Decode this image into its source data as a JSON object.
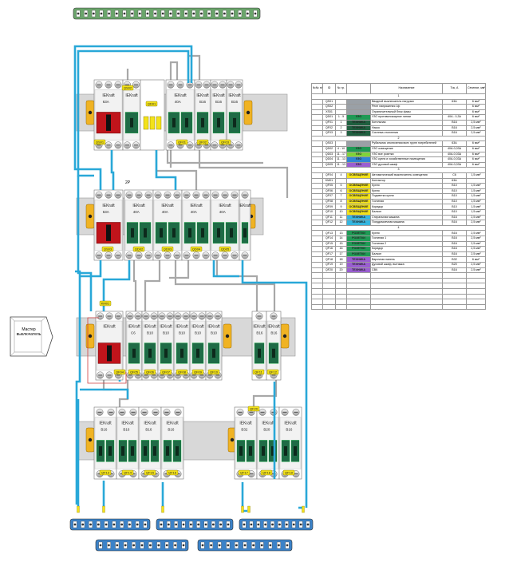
{
  "labels": {
    "two_pole": "2P",
    "master_switch": "Мастер выключатель",
    "brand": "IEKraft"
  },
  "table": {
    "headers": [
      "№№ п/п",
      "ID",
      "№ гр.",
      "",
      "Назначение",
      "Ток, А",
      "Сечение, мм²"
    ],
    "rows": [
      {
        "type": "group",
        "label": "1"
      },
      {
        "id": "QS01",
        "gr": "",
        "tag": "",
        "tag_color": "gray",
        "name": "Вводной выключатель нагрузки",
        "cur": "63A",
        "sec": "6 мм²"
      },
      {
        "id": "QS02",
        "gr": "",
        "tag": "",
        "tag_color": "gray",
        "name": "Реле напряжения 1ф",
        "cur": "",
        "sec": "6 мм²"
      },
      {
        "id": "XS01",
        "gr": "",
        "tag": "",
        "tag_color": "gray",
        "name": "Ограничительный блок фазы",
        "cur": "",
        "sec": "6 мм²"
      },
      {
        "id": "QD01",
        "gr": "1 - 5",
        "tag": "УЗО",
        "tag_color": "green",
        "name": "УЗО противопожарное линии",
        "cur": "40A - 0,3A",
        "sec": "6 мм²"
      },
      {
        "id": "QF01",
        "gr": "1",
        "tag": "ТЕХНИКА",
        "tag_color": "dark",
        "name": "Котельная",
        "cur": "B16",
        "sec": "2,5 мм²"
      },
      {
        "id": "QF02",
        "gr": "2",
        "tag": "ТЕХНИКА",
        "tag_color": "dark",
        "name": "Насос",
        "cur": "B16",
        "sec": "2,5 мм²"
      },
      {
        "id": "QF03",
        "gr": "3",
        "tag": "ТЕХНИКА",
        "tag_color": "dark",
        "name": "Система отопления",
        "cur": "B16",
        "sec": "2,5 мм²"
      },
      {
        "type": "group",
        "label": "2"
      },
      {
        "id": "QS03",
        "gr": "",
        "tag": "",
        "tag_color": "gray",
        "name": "Рубильник отключения всех групп потребителей",
        "cur": "63A",
        "sec": "6 мм²"
      },
      {
        "id": "QD02",
        "gr": "4 - 10",
        "tag": "УЗО",
        "tag_color": "green",
        "name": "УЗО освещение",
        "cur": "40A-0,03A",
        "sec": "6 мм²"
      },
      {
        "id": "QD03",
        "gr": "11 - 17",
        "tag": "УЗО",
        "tag_color": "lime",
        "name": "УЗО все розетки",
        "cur": "40A-0,03A",
        "sec": "6 мм²"
      },
      {
        "id": "QD04",
        "gr": "11 - 13",
        "tag": "УЗО",
        "tag_color": "blue",
        "name": "УЗО кухня и хозяйственные помещения",
        "cur": "40A-0,03A",
        "sec": "6 мм²"
      },
      {
        "id": "QD05",
        "gr": "11 - 13",
        "tag": "УЗО",
        "tag_color": "violet",
        "name": "УЗО духовой шкаф",
        "cur": "40A-0,03A",
        "sec": "6 мм²"
      },
      {
        "type": "group",
        "label": "3"
      },
      {
        "id": "QF04",
        "gr": "4",
        "tag": "ОСВЕЩЕНИЕ",
        "tag_color": "yellow",
        "name": "Автоматический выключатель освещения",
        "cur": "C6",
        "sec": "1,5 мм²"
      },
      {
        "id": "KM01",
        "gr": "",
        "tag": "",
        "tag_color": "none",
        "name": "Контактор",
        "cur": "63A",
        "sec": ""
      },
      {
        "id": "QF05",
        "gr": "5",
        "tag": "ОСВЕЩЕНИЕ",
        "tag_color": "yellow",
        "name": "Кухня",
        "cur": "B10",
        "sec": "1,5 мм²"
      },
      {
        "id": "QF06",
        "gr": "6",
        "tag": "ОСВЕЩЕНИЕ",
        "tag_color": "yellow",
        "name": "Кухня",
        "cur": "B10",
        "sec": "1,5 мм²"
      },
      {
        "id": "QF07",
        "gr": "7",
        "tag": "ОСВЕЩЕНИЕ",
        "tag_color": "yellow",
        "name": "Подсветка кухни",
        "cur": "B10",
        "sec": "1,5 мм²"
      },
      {
        "id": "QF08",
        "gr": "8",
        "tag": "ОСВЕЩЕНИЕ",
        "tag_color": "yellow",
        "name": "Гостиная",
        "cur": "B10",
        "sec": "1,5 мм²"
      },
      {
        "id": "QF09",
        "gr": "9",
        "tag": "ОСВЕЩЕНИЕ",
        "tag_color": "yellow",
        "name": "Коридор",
        "cur": "B10",
        "sec": "1,5 мм²"
      },
      {
        "id": "QF10",
        "gr": "10",
        "tag": "ОСВЕЩЕНИЕ",
        "tag_color": "yellow",
        "name": "Балкон",
        "cur": "B10",
        "sec": "1,5 мм²"
      },
      {
        "id": "QF11",
        "gr": "11",
        "tag": "ТЕХНИКА",
        "tag_color": "cyan",
        "name": "Стиральная машина",
        "cur": "B16",
        "sec": "2,5 мм²"
      },
      {
        "id": "QF12",
        "gr": "12",
        "tag": "ТЕХНИКА",
        "tag_color": "cyan",
        "name": "Посудомоечная машина",
        "cur": "B16",
        "sec": "2,5 мм²"
      },
      {
        "type": "group",
        "label": "4"
      },
      {
        "id": "QF13",
        "gr": "13",
        "tag": "РОЗЕТКИ",
        "tag_color": "green",
        "name": "Кухня",
        "cur": "B16",
        "sec": "2,5 мм²"
      },
      {
        "id": "QF14",
        "gr": "14",
        "tag": "РОЗЕТКИ",
        "tag_color": "green",
        "name": "Гостиная 1",
        "cur": "B16",
        "sec": "2,5 мм²"
      },
      {
        "id": "QF15",
        "gr": "15",
        "tag": "РОЗЕТКИ",
        "tag_color": "green",
        "name": "Гостиная 2",
        "cur": "B16",
        "sec": "2,5 мм²"
      },
      {
        "id": "QF16",
        "gr": "16",
        "tag": "РОЗЕТКИ",
        "tag_color": "green",
        "name": "Коридор",
        "cur": "B16",
        "sec": "2,5 мм²"
      },
      {
        "id": "QF17",
        "gr": "17",
        "tag": "РОЗЕТКИ",
        "tag_color": "green",
        "name": "Балкон",
        "cur": "B16",
        "sec": "2,5 мм²"
      },
      {
        "id": "QF18",
        "gr": "18",
        "tag": "ТЕХНИКА",
        "tag_color": "violet",
        "name": "Варочная панель",
        "cur": "B32",
        "sec": "6 мм²"
      },
      {
        "id": "QF19",
        "gr": "19",
        "tag": "ТЕХНИКА",
        "tag_color": "violet",
        "name": "Духовой шкаф, вытяжка",
        "cur": "B20",
        "sec": "2,5 мм²"
      },
      {
        "id": "QF20",
        "gr": "20",
        "tag": "ТЕХНИКА",
        "tag_color": "violet",
        "name": "СВЧ",
        "cur": "B16",
        "sec": "2,5 мм²"
      }
    ],
    "empty_rows": 7
  },
  "row1": {
    "breaker_labels": [
      "63A",
      "40A",
      "B16",
      "B16",
      "B16"
    ],
    "tags": [
      "QS01",
      "QS02",
      "QD01",
      "QF01",
      "QF02",
      "QF03"
    ]
  },
  "row2": {
    "breaker_labels": [
      "63A",
      "40A",
      "40A",
      "40A",
      "40A",
      "40A"
    ],
    "tags": [
      "QS03",
      "QD02",
      "QD03",
      "QD04",
      "QD05"
    ]
  },
  "row3": {
    "breaker_labels": [
      "C6",
      "B10",
      "B10",
      "B10",
      "B10",
      "B10",
      "B10",
      "B16",
      "B16"
    ],
    "tags": [
      "KM01",
      "QF04",
      "QF05",
      "QF06",
      "QF07",
      "QF08",
      "QF09",
      "QF10",
      "QF11",
      "QF12"
    ]
  },
  "row4": {
    "breaker_labels": [
      "B16",
      "B16",
      "B16",
      "B16",
      "B32",
      "B20",
      "B16"
    ],
    "tags": [
      "QF13",
      "QF14",
      "QF15",
      "QF16",
      "QF17",
      "QF18",
      "QF19",
      "QF20"
    ]
  },
  "colors": {
    "wire_blue": "#29a8d8",
    "wire_gray": "#a8a8a8",
    "din_rail": "#d8d8d8",
    "rail_holder": "#f0b323",
    "breaker_face": "#ffffff",
    "breaker_window": "#1f6b46",
    "red_block": "#c0141b",
    "bus_blue": "#3b82c8",
    "bus_green": "#6aa56b"
  }
}
